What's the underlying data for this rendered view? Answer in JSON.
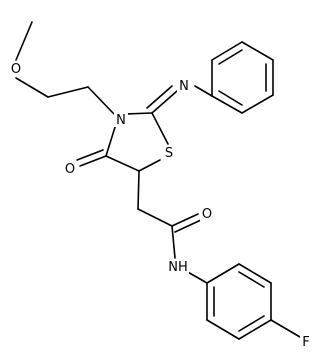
{
  "molecule": {
    "atoms": {
      "O_methoxy": "O",
      "N_ring": "N",
      "N_imine": "N",
      "S_ring": "S",
      "O_ring": "O",
      "O_amide": "O",
      "N_amide": "NH",
      "F": "F"
    }
  }
}
